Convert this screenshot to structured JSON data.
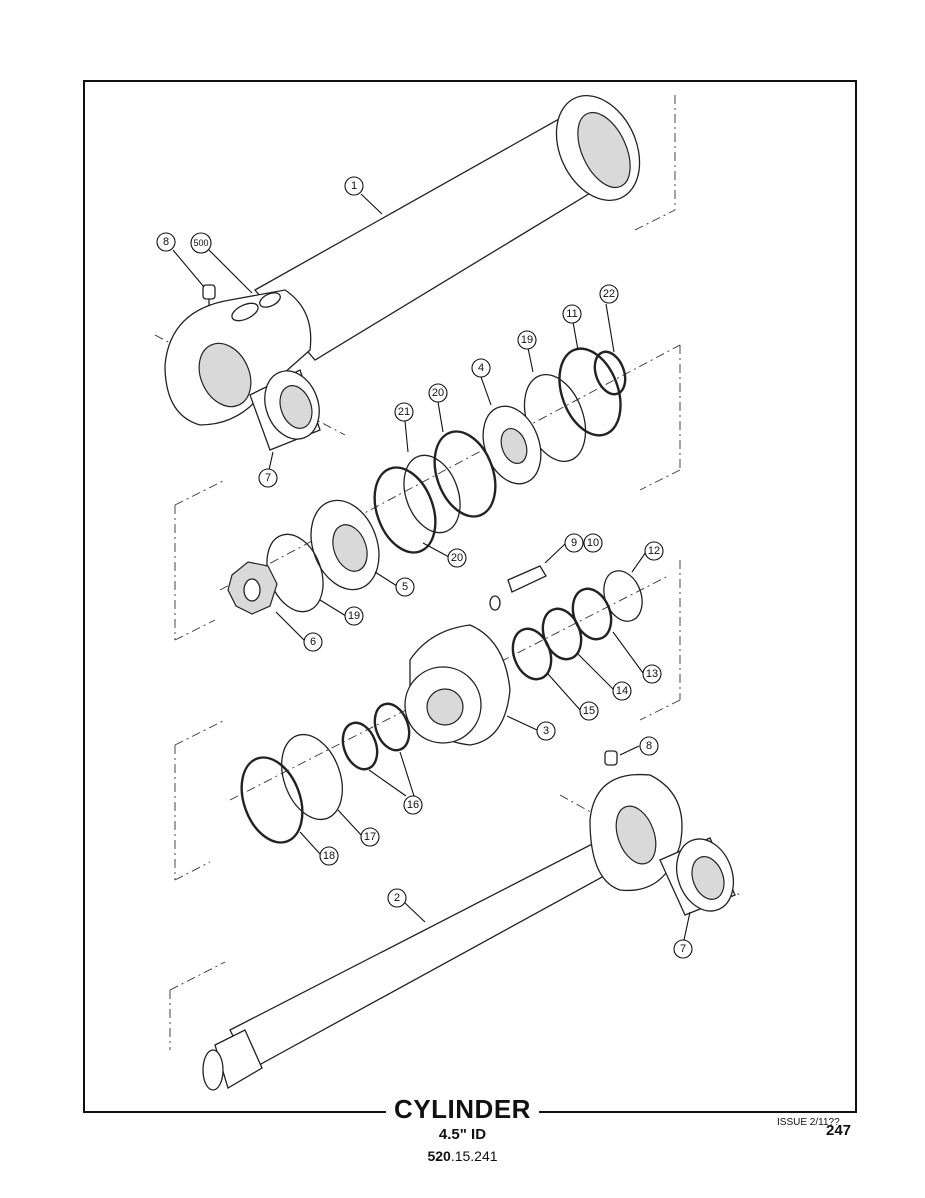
{
  "title": "CYLINDER",
  "subtitle": "4.5\" ID",
  "part_number": {
    "prefix": "520",
    "suffix": ".15.241"
  },
  "issue": "ISSUE 2/11??",
  "page_number": "247",
  "callouts": [
    {
      "id": "c1",
      "label": "1"
    },
    {
      "id": "c8a",
      "label": "8"
    },
    {
      "id": "c500",
      "label": "500"
    },
    {
      "id": "c22",
      "label": "22"
    },
    {
      "id": "c11",
      "label": "11"
    },
    {
      "id": "c19a",
      "label": "19"
    },
    {
      "id": "c4",
      "label": "4"
    },
    {
      "id": "c20a",
      "label": "20"
    },
    {
      "id": "c21",
      "label": "21"
    },
    {
      "id": "c7a",
      "label": "7"
    },
    {
      "id": "c20b",
      "label": "20"
    },
    {
      "id": "c5",
      "label": "5"
    },
    {
      "id": "c19b",
      "label": "19"
    },
    {
      "id": "c6",
      "label": "6"
    },
    {
      "id": "c9",
      "label": "9"
    },
    {
      "id": "c10",
      "label": "10"
    },
    {
      "id": "c12",
      "label": "12"
    },
    {
      "id": "c13",
      "label": "13"
    },
    {
      "id": "c14",
      "label": "14"
    },
    {
      "id": "c15",
      "label": "15"
    },
    {
      "id": "c3",
      "label": "3"
    },
    {
      "id": "c8b",
      "label": "8"
    },
    {
      "id": "c16",
      "label": "16"
    },
    {
      "id": "c17",
      "label": "17"
    },
    {
      "id": "c18",
      "label": "18"
    },
    {
      "id": "c2",
      "label": "2"
    },
    {
      "id": "c7b",
      "label": "7"
    }
  ]
}
